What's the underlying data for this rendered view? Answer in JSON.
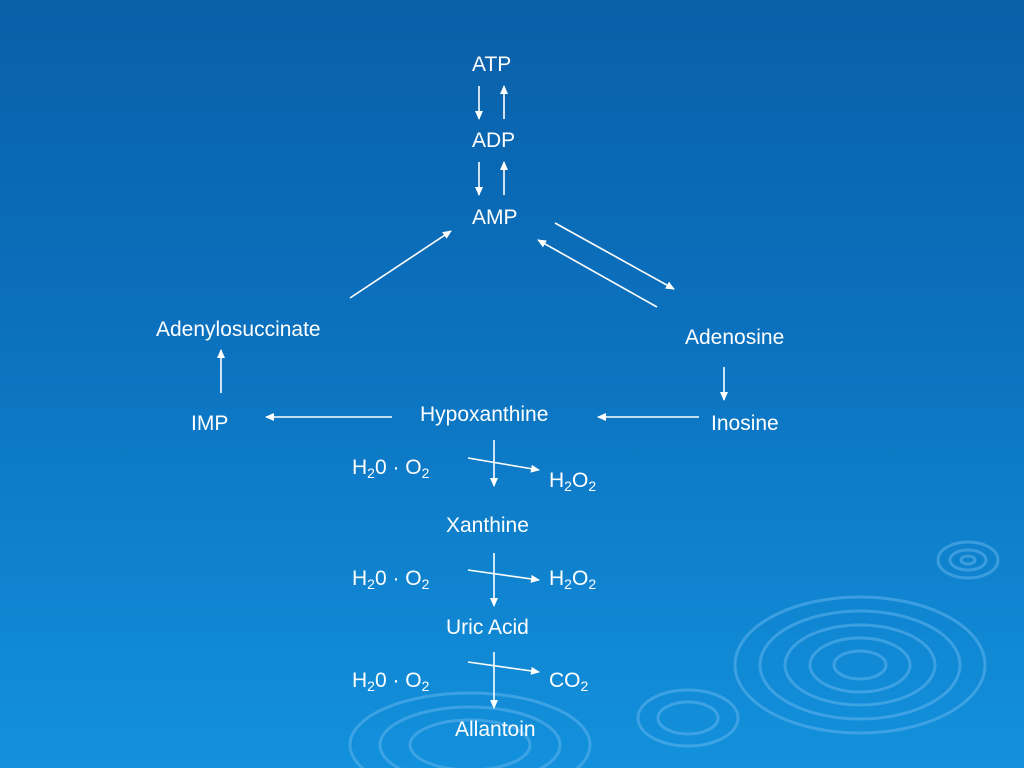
{
  "theme": {
    "arrow_color": "#ffffff",
    "ripple_color": "#5fb4ee"
  },
  "nodes": {
    "atp": "ATP",
    "adp": "ADP",
    "amp": "AMP",
    "adenylosuccinate": "Adenylosuccinate",
    "adenosine": "Adenosine",
    "imp": "IMP",
    "hypoxanthine": "Hypoxanthine",
    "inosine": "Inosine",
    "xanthine": "Xanthine",
    "uric_acid": "Uric Acid",
    "allantoin": "Allantoin"
  },
  "cofactors": {
    "step1_in": {
      "h": "H",
      "h_sub": "2",
      "mid": "0 · O",
      "o_sub": "2"
    },
    "step1_out": {
      "h": "H",
      "h_sub": "2",
      "mid": "O",
      "o_sub": "2"
    },
    "step2_in": {
      "h": "H",
      "h_sub": "2",
      "mid": "0 · O",
      "o_sub": "2"
    },
    "step2_out": {
      "h": "H",
      "h_sub": "2",
      "mid": "O",
      "o_sub": "2"
    },
    "step3_in": {
      "h": "H",
      "h_sub": "2",
      "mid": "0 · O",
      "o_sub": "2"
    },
    "step3_out": {
      "main": "CO",
      "sub": "2"
    }
  }
}
